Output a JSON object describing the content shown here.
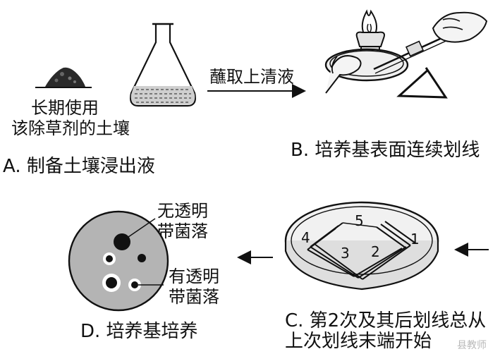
{
  "step_a": {
    "caption": "A. 制备土壤浸出液",
    "soil_label_line1": "长期使用",
    "soil_label_line2": "该除草剂的土壤"
  },
  "transfer_arrow_label": "蘸取上清液",
  "step_b": {
    "caption": "B. 培养基表面连续划线"
  },
  "step_c": {
    "caption_line1": "C. 第2次及其后划线总从",
    "caption_line2": "上次划线末端开始",
    "streak_numbers": [
      "1",
      "2",
      "3",
      "4",
      "5"
    ]
  },
  "step_d": {
    "caption": "D. 培养基培养",
    "label_no_halo_line1": "无透明",
    "label_no_halo_line2": "带菌落",
    "label_halo_line1": "有透明",
    "label_halo_line2": "带菌落"
  },
  "watermark": "县教师"
}
